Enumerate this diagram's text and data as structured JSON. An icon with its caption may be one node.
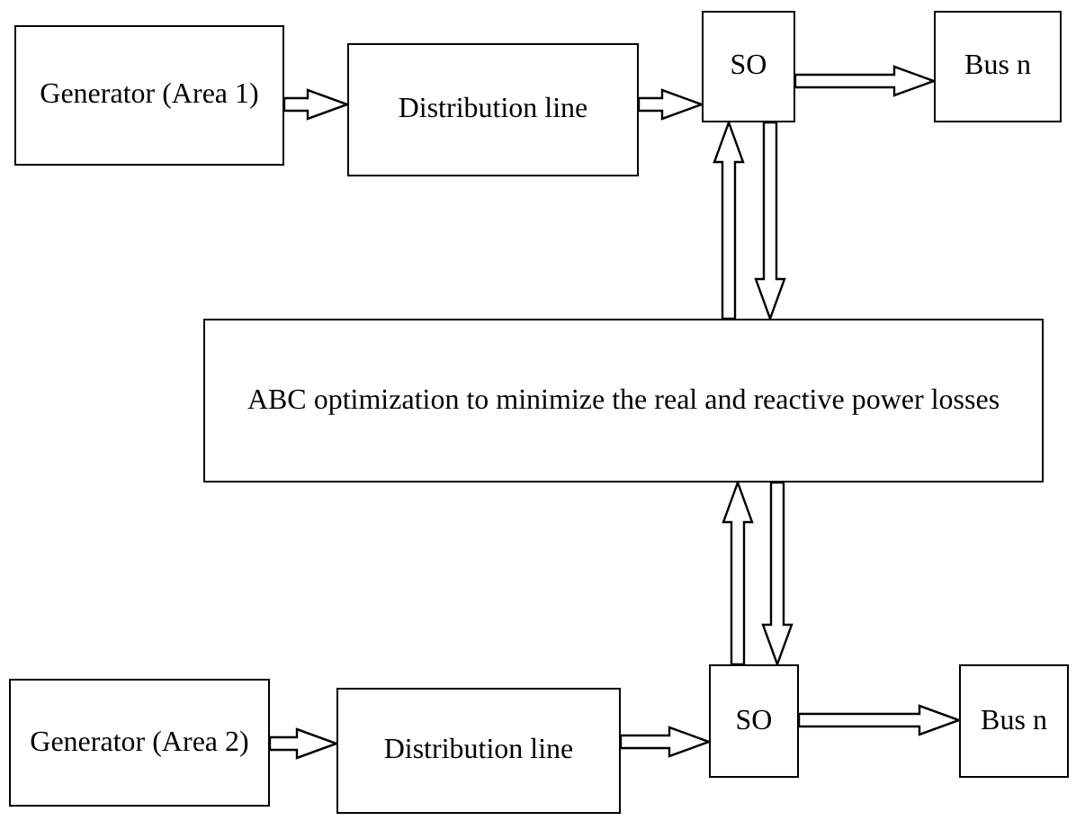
{
  "diagram": {
    "nodes": [
      {
        "text": [
          "Generator (Area 1)"
        ]
      },
      {
        "text": [
          "Distribution line"
        ]
      },
      {
        "text": [
          "SO"
        ]
      },
      {
        "text": [
          "Bus n"
        ]
      },
      {
        "text": [
          "ABC optimization to minimize the real and reactive power losses"
        ]
      },
      {
        "text": [
          "Generator (Area 2)"
        ]
      },
      {
        "text": [
          "Distribution line"
        ]
      },
      {
        "text": [
          "SO"
        ]
      },
      {
        "text": [
          "Bus n"
        ]
      }
    ],
    "edges": [
      {
        "from": 0,
        "to": 1,
        "arrow": "to"
      },
      {
        "from": 1,
        "to": 2,
        "arrow": "to"
      },
      {
        "from": 2,
        "to": 3,
        "arrow": "to"
      },
      {
        "from": 4,
        "to": 2,
        "arrow": "to"
      },
      {
        "from": 2,
        "to": 4,
        "arrow": "to"
      },
      {
        "from": 7,
        "to": 4,
        "arrow": "to"
      },
      {
        "from": 4,
        "to": 7,
        "arrow": "to"
      },
      {
        "from": 5,
        "to": 6,
        "arrow": "to"
      },
      {
        "from": 6,
        "to": 7,
        "arrow": "to"
      },
      {
        "from": 7,
        "to": 8,
        "arrow": "to"
      }
    ]
  }
}
